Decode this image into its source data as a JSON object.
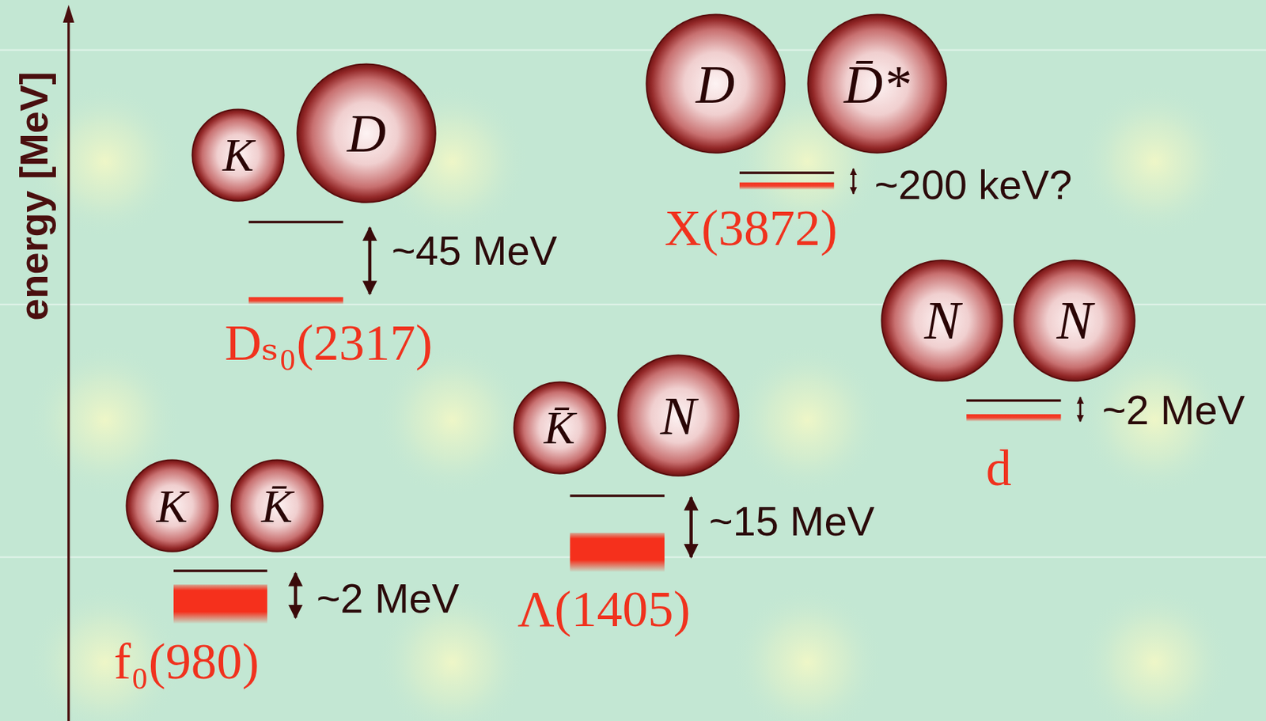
{
  "diagram": {
    "nodes": [
      {
        "text": [
          "D"
        ]
      },
      {
        "text": [
          "D̄*"
        ]
      },
      {
        "text": [
          "K"
        ]
      },
      {
        "text": [
          "D"
        ]
      },
      {
        "text": [
          "N"
        ]
      },
      {
        "text": [
          "N"
        ]
      },
      {
        "text": [
          "K̄"
        ]
      },
      {
        "text": [
          "N"
        ]
      },
      {
        "text": [
          "K"
        ]
      },
      {
        "text": [
          "K̄"
        ]
      }
    ],
    "labels": [
      "energy [MeV]",
      "~200 keV?",
      "X(3872)",
      "~45 MeV",
      "Dₛ₀(2317)",
      "~2 MeV",
      "d",
      "~15 MeV",
      "~2 MeV",
      "Λ(1405)",
      "f₀(980)"
    ]
  }
}
